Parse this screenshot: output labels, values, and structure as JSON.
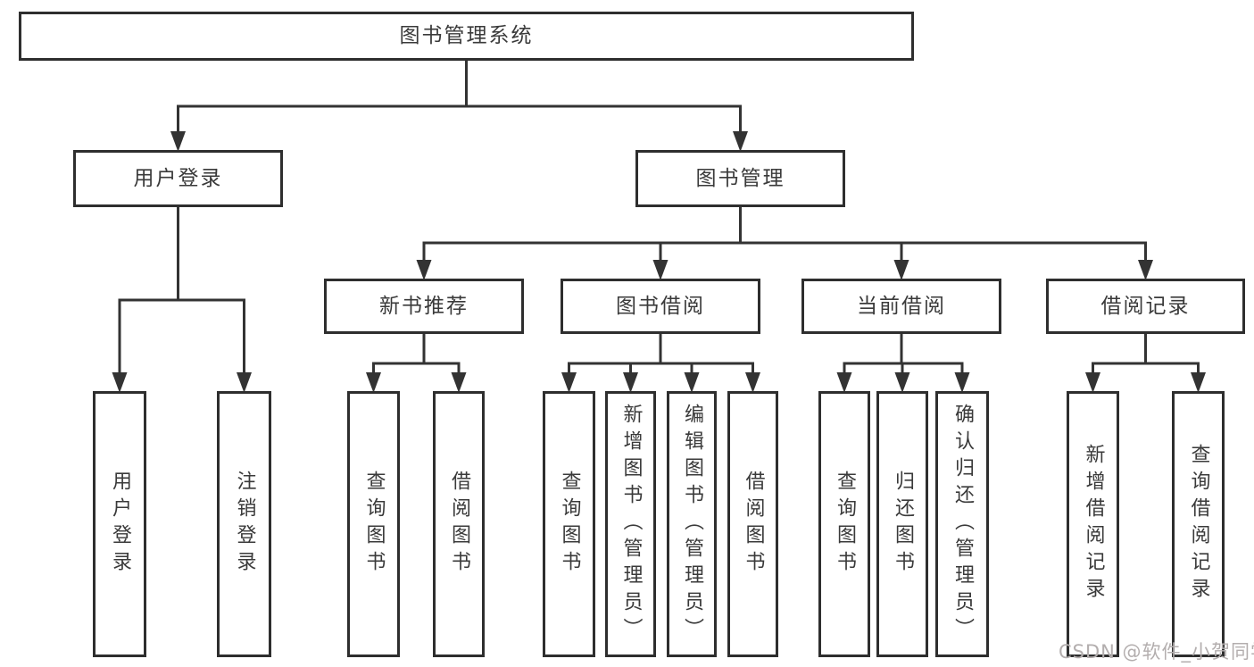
{
  "watermark": {
    "text": "CSDN @软件_小贺同学",
    "color": "#b3aeae"
  },
  "colors": {
    "line": "#333333",
    "box_border": "#2e2e2e",
    "text": "#3a3a3a",
    "background": "#ffffff"
  },
  "diagram": {
    "nodes": [
      {
        "id": "root",
        "label": "图书管理系统",
        "parent": null,
        "vertical": false
      },
      {
        "id": "user-login",
        "label": "用户登录",
        "parent": "root",
        "vertical": false
      },
      {
        "id": "book-management",
        "label": "图书管理",
        "parent": "root",
        "vertical": false
      },
      {
        "id": "user-login-action",
        "label": "用户登录",
        "parent": "user-login",
        "vertical": true
      },
      {
        "id": "logout",
        "label": "注销登录",
        "parent": "user-login",
        "vertical": true
      },
      {
        "id": "new-book-recommend",
        "label": "新书推荐",
        "parent": "book-management",
        "vertical": false
      },
      {
        "id": "book-borrowing",
        "label": "图书借阅",
        "parent": "book-management",
        "vertical": false
      },
      {
        "id": "current-borrowing",
        "label": "当前借阅",
        "parent": "book-management",
        "vertical": false
      },
      {
        "id": "borrowing-records",
        "label": "借阅记录",
        "parent": "book-management",
        "vertical": false
      },
      {
        "id": "query-books-1",
        "label": "查询图书",
        "parent": "new-book-recommend",
        "vertical": true
      },
      {
        "id": "borrow-books-1",
        "label": "借阅图书",
        "parent": "new-book-recommend",
        "vertical": true
      },
      {
        "id": "query-books-2",
        "label": "查询图书",
        "parent": "book-borrowing",
        "vertical": true
      },
      {
        "id": "add-books-admin",
        "label": "新增图书（管理员）",
        "parent": "book-borrowing",
        "vertical": true
      },
      {
        "id": "edit-books-admin",
        "label": "编辑图书（管理员）",
        "parent": "book-borrowing",
        "vertical": true
      },
      {
        "id": "borrow-books-2",
        "label": "借阅图书",
        "parent": "book-borrowing",
        "vertical": true
      },
      {
        "id": "query-books-3",
        "label": "查询图书",
        "parent": "current-borrowing",
        "vertical": true
      },
      {
        "id": "return-books",
        "label": "归还图书",
        "parent": "current-borrowing",
        "vertical": true
      },
      {
        "id": "confirm-return-admin",
        "label": "确认归还（管理员）",
        "parent": "current-borrowing",
        "vertical": true
      },
      {
        "id": "add-borrow-record",
        "label": "新增借阅记录",
        "parent": "borrowing-records",
        "vertical": true
      },
      {
        "id": "query-borrow-record",
        "label": "查询借阅记录",
        "parent": "borrowing-records",
        "vertical": true
      }
    ]
  }
}
